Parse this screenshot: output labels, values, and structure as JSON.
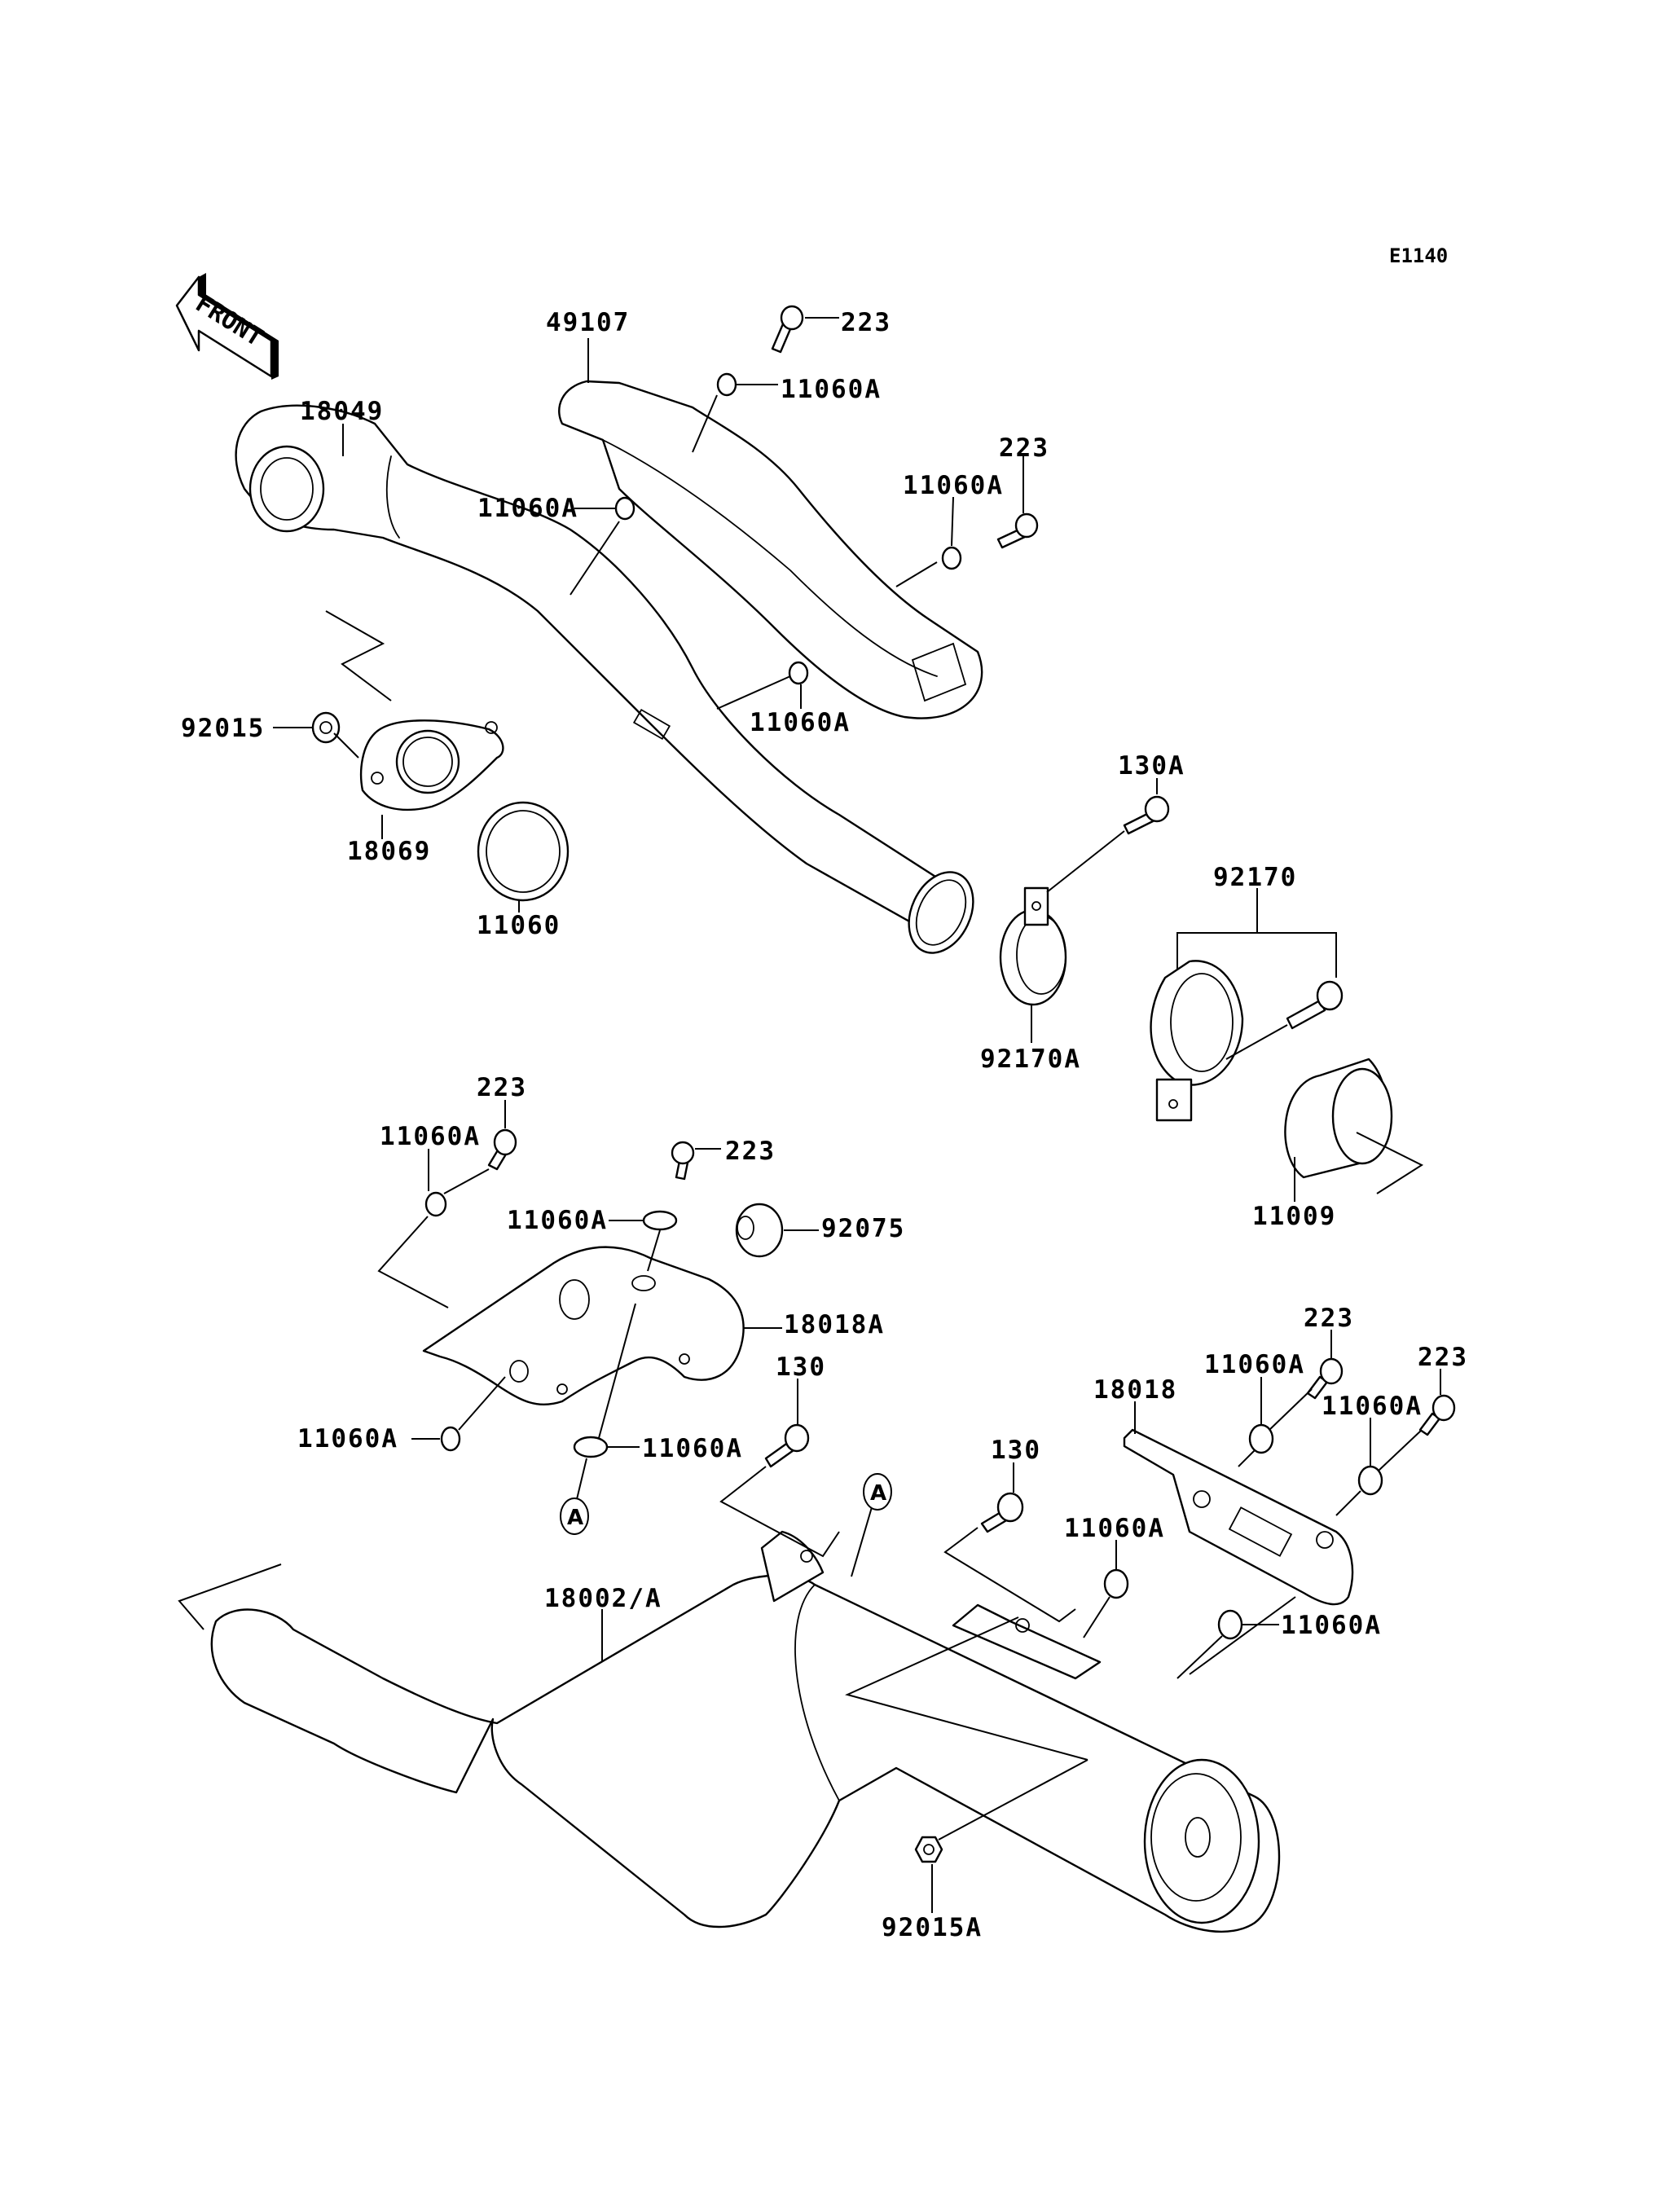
{
  "diagram": {
    "code": "E1140",
    "direction_indicator": "FRONT",
    "reference_mark": "A",
    "callouts": [
      {
        "id": "c-49107",
        "part": "49107"
      },
      {
        "id": "c-223-a",
        "part": "223"
      },
      {
        "id": "c-11060A-a",
        "part": "11060A"
      },
      {
        "id": "c-18049",
        "part": "18049"
      },
      {
        "id": "c-223-b",
        "part": "223"
      },
      {
        "id": "c-11060A-b",
        "part": "11060A"
      },
      {
        "id": "c-11060A-c",
        "part": "11060A"
      },
      {
        "id": "c-11060A-d",
        "part": "11060A"
      },
      {
        "id": "c-92015",
        "part": "92015"
      },
      {
        "id": "c-18069",
        "part": "18069"
      },
      {
        "id": "c-11060",
        "part": "11060"
      },
      {
        "id": "c-130A",
        "part": "130A"
      },
      {
        "id": "c-92170",
        "part": "92170"
      },
      {
        "id": "c-92170A",
        "part": "92170A"
      },
      {
        "id": "c-11009",
        "part": "11009"
      },
      {
        "id": "c-223-c",
        "part": "223"
      },
      {
        "id": "c-11060A-e",
        "part": "11060A"
      },
      {
        "id": "c-223-d",
        "part": "223"
      },
      {
        "id": "c-11060A-f",
        "part": "11060A"
      },
      {
        "id": "c-92075",
        "part": "92075"
      },
      {
        "id": "c-18018A",
        "part": "18018A"
      },
      {
        "id": "c-130-a",
        "part": "130"
      },
      {
        "id": "c-11060A-g",
        "part": "11060A"
      },
      {
        "id": "c-11060A-h",
        "part": "11060A"
      },
      {
        "id": "c-18018",
        "part": "18018"
      },
      {
        "id": "c-223-e",
        "part": "223"
      },
      {
        "id": "c-11060A-i",
        "part": "11060A"
      },
      {
        "id": "c-223-f",
        "part": "223"
      },
      {
        "id": "c-11060A-j",
        "part": "11060A"
      },
      {
        "id": "c-130-b",
        "part": "130"
      },
      {
        "id": "c-11060A-k",
        "part": "11060A"
      },
      {
        "id": "c-11060A-l",
        "part": "11060A"
      },
      {
        "id": "c-18002A",
        "part": "18002/A"
      },
      {
        "id": "c-92015A",
        "part": "92015A"
      }
    ]
  }
}
